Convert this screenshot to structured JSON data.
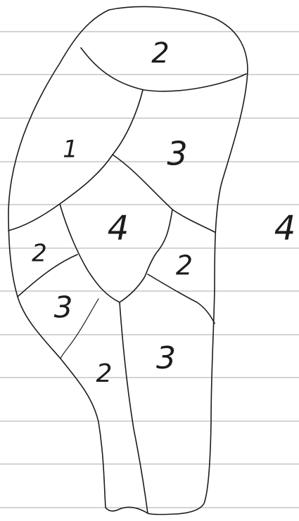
{
  "paper": {
    "background_color": "#ffffff",
    "rule_color": "#a9a9a9",
    "ink_color": "#1c1c1c"
  },
  "region_labels": {
    "top_cap": "2",
    "upper_left": "1",
    "upper_right": "3",
    "center": "4",
    "outside_right": "4",
    "left_middle": "2",
    "right_middle": "2",
    "lower_left": "3",
    "lower_middle": "2",
    "lower_right": "3"
  }
}
